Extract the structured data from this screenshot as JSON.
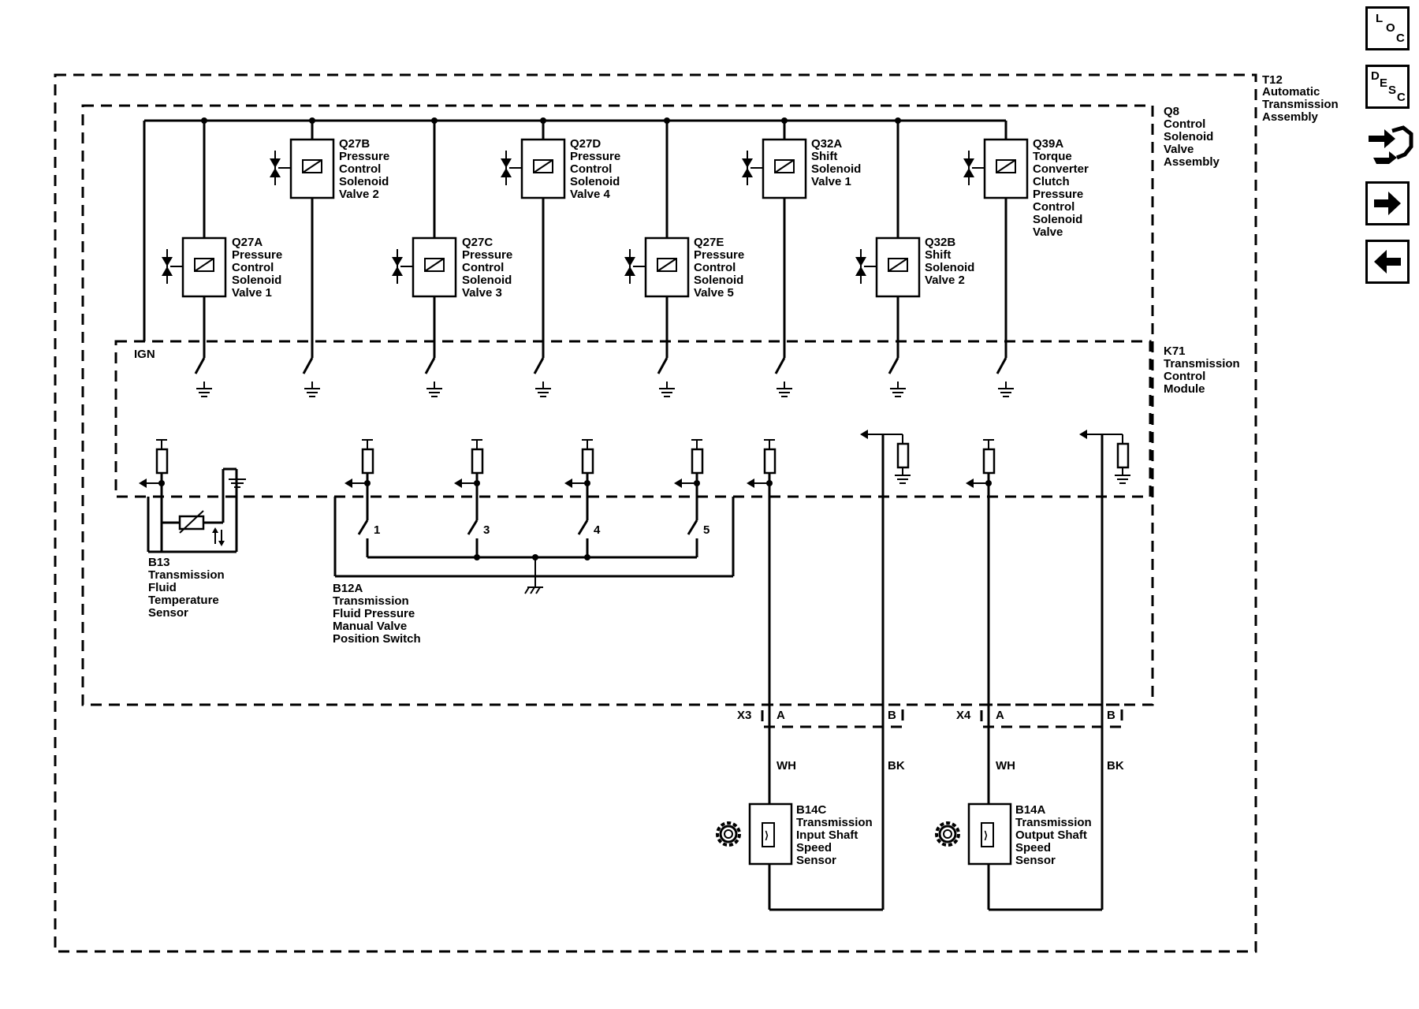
{
  "toolbar": {
    "loc": [
      "L",
      "O",
      "C"
    ],
    "desc": [
      "D",
      "E",
      "S",
      "C"
    ]
  },
  "assembly": {
    "id": "T12",
    "name_lines": [
      "Automatic",
      "Transmission",
      "Assembly"
    ]
  },
  "valve_assembly": {
    "id": "Q8",
    "name_lines": [
      "Control",
      "Solenoid",
      "Valve",
      "Assembly"
    ]
  },
  "module": {
    "id": "K71",
    "name_lines": [
      "Transmission",
      "Control",
      "Module"
    ],
    "ign_label": "IGN"
  },
  "solenoids": [
    {
      "id": "Q27A",
      "name_lines": [
        "Pressure",
        "Control",
        "Solenoid",
        "Valve 1"
      ]
    },
    {
      "id": "Q27B",
      "name_lines": [
        "Pressure",
        "Control",
        "Solenoid",
        "Valve 2"
      ]
    },
    {
      "id": "Q27C",
      "name_lines": [
        "Pressure",
        "Control",
        "Solenoid",
        "Valve 3"
      ]
    },
    {
      "id": "Q27D",
      "name_lines": [
        "Pressure",
        "Control",
        "Solenoid",
        "Valve 4"
      ]
    },
    {
      "id": "Q27E",
      "name_lines": [
        "Pressure",
        "Control",
        "Solenoid",
        "Valve 5"
      ]
    },
    {
      "id": "Q32A",
      "name_lines": [
        "Shift",
        "Solenoid",
        "Valve 1"
      ]
    },
    {
      "id": "Q32B",
      "name_lines": [
        "Shift",
        "Solenoid",
        "Valve 2"
      ]
    },
    {
      "id": "Q39A",
      "name_lines": [
        "Torque",
        "Converter",
        "Clutch",
        "Pressure",
        "Control",
        "Solenoid",
        "Valve"
      ]
    }
  ],
  "temp_sensor": {
    "id": "B13",
    "name_lines": [
      "Transmission",
      "Fluid",
      "Temperature",
      "Sensor"
    ]
  },
  "pressure_switch": {
    "id": "B12A",
    "name_lines": [
      "Transmission",
      "Fluid Pressure",
      "Manual Valve",
      "Position Switch"
    ],
    "switch_numbers": [
      "1",
      "3",
      "4",
      "5"
    ]
  },
  "connectors": [
    {
      "id": "X3",
      "pin_a": "A",
      "pin_b": "B",
      "wire_a": "WH",
      "wire_b": "BK"
    },
    {
      "id": "X4",
      "pin_a": "A",
      "pin_b": "B",
      "wire_a": "WH",
      "wire_b": "BK"
    }
  ],
  "speed_sensors": [
    {
      "id": "B14C",
      "name_lines": [
        "Transmission",
        "Input Shaft",
        "Speed",
        "Sensor"
      ]
    },
    {
      "id": "B14A",
      "name_lines": [
        "Transmission",
        "Output Shaft",
        "Speed",
        "Sensor"
      ]
    }
  ]
}
